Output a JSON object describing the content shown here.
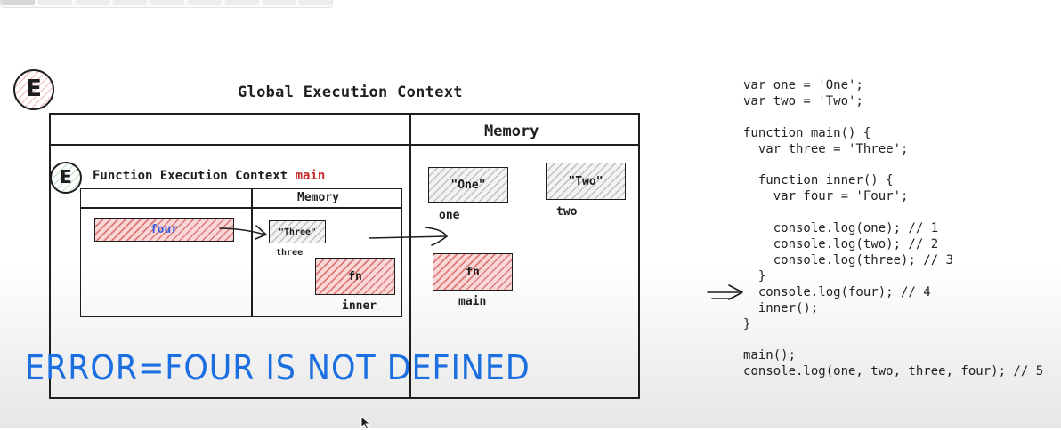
{
  "gec_badge": "E",
  "global_title": "Global Execution Context",
  "global_memory_label": "Memory",
  "fec_badge": "E",
  "fec_title_prefix": "Function Execution Context ",
  "fec_title_name": "main",
  "fec_memory_label": "Memory",
  "fec_items": {
    "four_box": "four",
    "three_value": "\"Three\"",
    "three_label": "three",
    "fn_box": "fn",
    "inner_label": "inner"
  },
  "global_items": {
    "one_value": "\"One\"",
    "one_label": "one",
    "two_value": "\"Two\"",
    "two_label": "two",
    "fn_box": "fn",
    "main_label": "main"
  },
  "error_text": "ERROR=FOUR IS NOT DEFINED",
  "code_lines": [
    "var one = 'One';",
    "var two = 'Two';",
    "",
    "function main() {",
    "  var three = 'Three';",
    "",
    "  function inner() {",
    "    var four = 'Four';",
    "",
    "    console.log(one); // 1",
    "    console.log(two); // 2",
    "    console.log(three); // 3",
    "  }",
    "  console.log(four); // 4",
    "  inner();",
    "}",
    "",
    "main();",
    "console.log(one, two, three, four); // 5"
  ],
  "colors": {
    "error_blue": "#1c6fe0",
    "main_red": "#c92a2a",
    "hatch_red": "#f8d7d7",
    "badge_green": "#3fa34d",
    "badge_red": "#c92a2a"
  }
}
